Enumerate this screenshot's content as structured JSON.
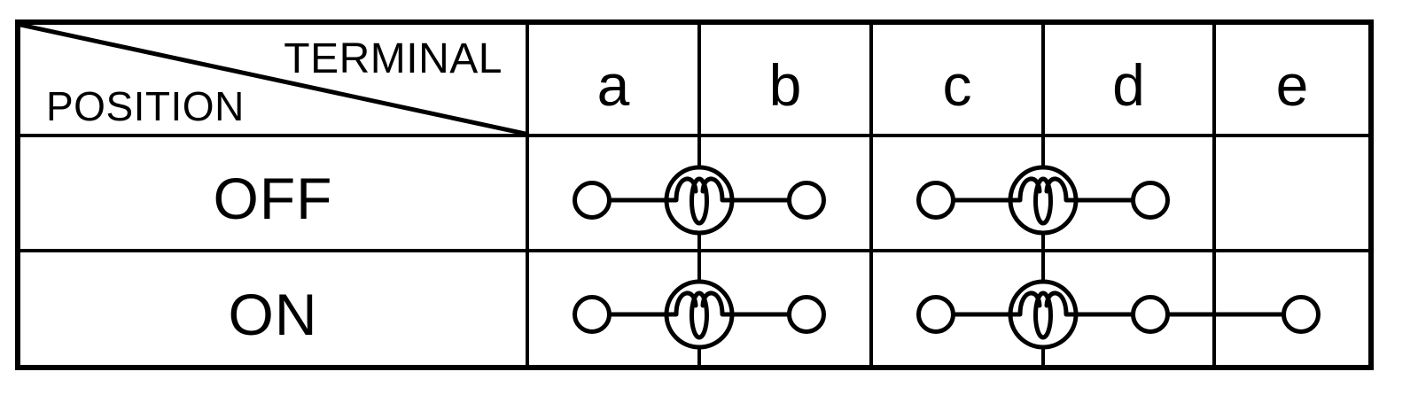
{
  "colors": {
    "line": "#000000",
    "background": "#ffffff"
  },
  "table": {
    "corner": {
      "top_label": "TERMINAL",
      "bottom_label": "POSITION"
    },
    "terminals": [
      "a",
      "b",
      "c",
      "d",
      "e"
    ],
    "rows": [
      {
        "position": "OFF",
        "groups": [
          {
            "terminals": [
              "a",
              "b"
            ],
            "lamp_between": [
              "a",
              "b"
            ]
          },
          {
            "terminals": [
              "c",
              "d"
            ],
            "lamp_between": [
              "c",
              "d"
            ]
          }
        ]
      },
      {
        "position": "ON",
        "groups": [
          {
            "terminals": [
              "a",
              "b"
            ],
            "lamp_between": [
              "a",
              "b"
            ]
          },
          {
            "terminals": [
              "c",
              "d",
              "e"
            ],
            "lamp_between": [
              "c",
              "d"
            ]
          }
        ]
      }
    ]
  }
}
